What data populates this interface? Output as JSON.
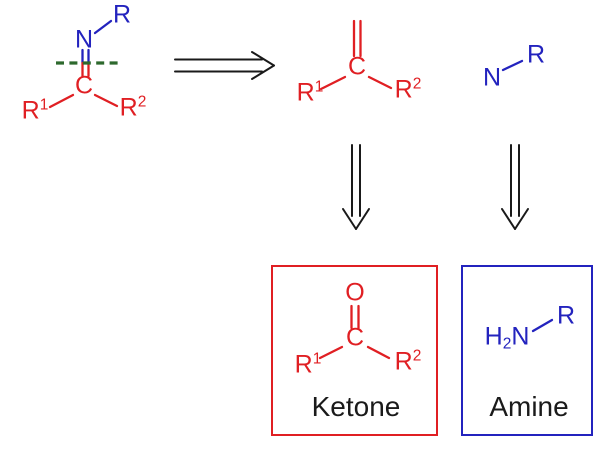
{
  "colors": {
    "ketone_fragment_red": "#e01f23",
    "amine_fragment_blue": "#2323be",
    "disconnection_green": "#2d692d",
    "arrow_black": "#1a1a1a",
    "background": "#ffffff"
  },
  "imine": {
    "r": "R",
    "n": "N",
    "c": "C",
    "r1_base": "R",
    "r1_sup": "1",
    "r2_base": "R",
    "r2_sup": "2"
  },
  "ketone_synthon": {
    "c": "C",
    "r1_base": "R",
    "r1_sup": "1",
    "r2_base": "R",
    "r2_sup": "2"
  },
  "amine_synthon": {
    "n": "N",
    "r": "R"
  },
  "ketone_box": {
    "o": "O",
    "c": "C",
    "r1_base": "R",
    "r1_sup": "1",
    "r2_base": "R",
    "r2_sup": "2",
    "label": "Ketone"
  },
  "amine_box": {
    "h": "H",
    "h_sub": "2",
    "n": "N",
    "r": "R",
    "label": "Amine"
  }
}
